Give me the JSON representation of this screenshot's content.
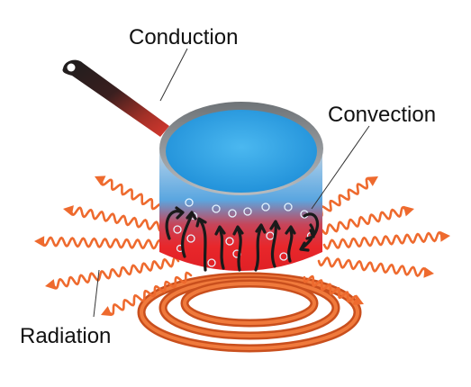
{
  "labels": {
    "conduction": "Conduction",
    "convection": "Convection",
    "radiation": "Radiation"
  },
  "colors": {
    "water_top": "#2f9fe0",
    "pot_hot": "#e8272b",
    "pot_cool": "#5aa6e0",
    "coil": "#e8622a",
    "radiation_wave": "#ee6a2e",
    "handle_dark": "#1d1d1d",
    "handle_hot": "#c93a2f",
    "pot_rim": "#9a9ea3"
  },
  "icons": {
    "convection_arrows": "curved-arrow-icon",
    "bubbles": "bubble-icon",
    "radiation": "wavy-arrow-icon"
  }
}
